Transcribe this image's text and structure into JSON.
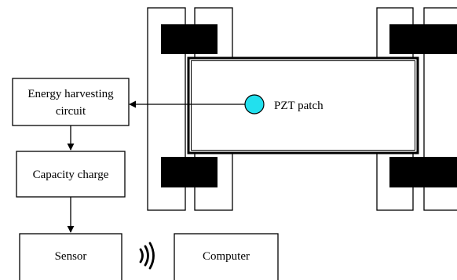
{
  "diagram": {
    "energy_harvesting_label_line1": "Energy harvesting",
    "energy_harvesting_label_line2": "circuit",
    "capacity_charge_label": "Capacity charge",
    "sensor_label": "Sensor",
    "computer_label": "Computer",
    "pzt_label": "PZT patch",
    "pzt_color": "#22e0ee",
    "wheel_color": "#000000",
    "line_color": "#000000",
    "wireless_icon": "wireless-signal-icon"
  }
}
